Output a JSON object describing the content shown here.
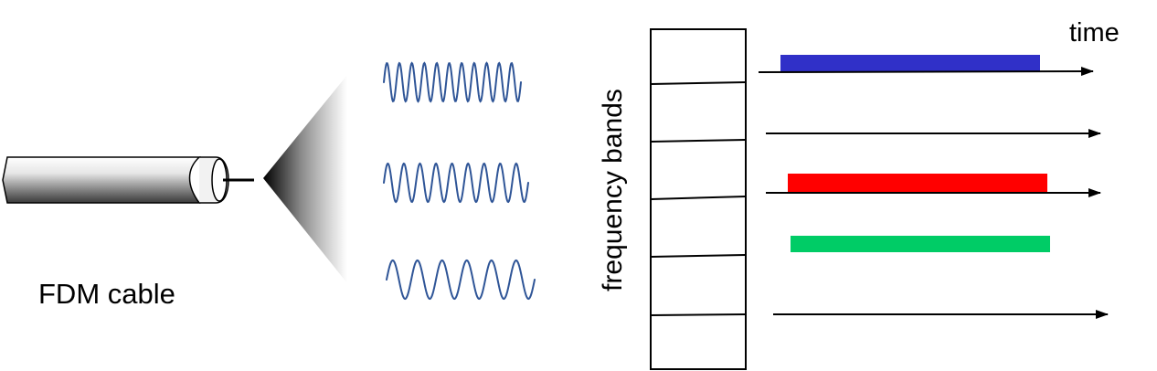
{
  "labels": {
    "cable": "FDM cable",
    "axis_time": "time",
    "axis_frequency": "frequency bands"
  },
  "waves": [
    {
      "cycles": 11
    },
    {
      "cycles": 9
    },
    {
      "cycles": 6
    }
  ],
  "frequency_bands": [
    {
      "band": 1,
      "occupied": true,
      "color": "#3030c8"
    },
    {
      "band": 2,
      "occupied": false
    },
    {
      "band": 3,
      "occupied": true,
      "color": "#ff0000"
    },
    {
      "band": 4,
      "occupied": true,
      "color": "#00cc66"
    },
    {
      "band": 5,
      "occupied": false
    },
    {
      "band": 6,
      "occupied": false
    }
  ],
  "colors": {
    "wave": "#2f5597",
    "axis": "#000000"
  }
}
